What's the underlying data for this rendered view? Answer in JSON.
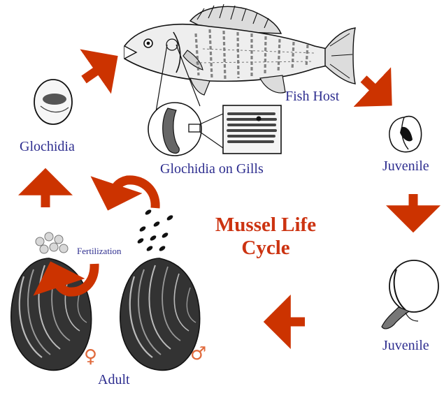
{
  "diagram": {
    "title_line1": "Mussel Life",
    "title_line2": "Cycle",
    "labels": {
      "fish_host": "Fish Host",
      "glochidia": "Glochidia",
      "glochidia_on_gills": "Glochidia on Gills",
      "juvenile_upper": "Juvenile",
      "juvenile_lower": "Juvenile",
      "fertilization": "Fertilization",
      "adult": "Adult",
      "female_symbol": "♀",
      "male_symbol": "♂"
    },
    "colors": {
      "arrow": "#cc3300",
      "label_text": "#2e2e8f",
      "title_text": "#cc3311",
      "sex_symbol": "#e06a3c"
    },
    "icons": [
      "fish-host-icon",
      "glochidia-icon",
      "gill-detail-icon",
      "juvenile-icon",
      "juvenile-mussel-icon",
      "female-adult-shell-icon",
      "male-adult-shell-icon",
      "eggs-icon",
      "sperm-icon"
    ]
  }
}
